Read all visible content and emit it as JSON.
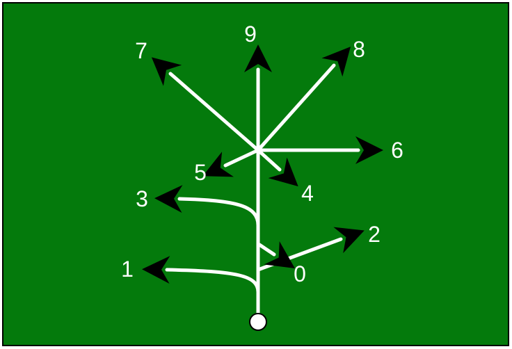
{
  "diagram": {
    "kind": "route-tree",
    "colors": {
      "field": "#047A0C",
      "border": "#000000",
      "route": "#FFFFFF",
      "arrowhead": "#000000",
      "player": "#FFFFFF"
    },
    "routes": [
      {
        "label": "0",
        "name": "route-0"
      },
      {
        "label": "1",
        "name": "route-1"
      },
      {
        "label": "2",
        "name": "route-2"
      },
      {
        "label": "3",
        "name": "route-3"
      },
      {
        "label": "4",
        "name": "route-4"
      },
      {
        "label": "5",
        "name": "route-5"
      },
      {
        "label": "6",
        "name": "route-6"
      },
      {
        "label": "7",
        "name": "route-7"
      },
      {
        "label": "8",
        "name": "route-8"
      },
      {
        "label": "9",
        "name": "route-9"
      }
    ]
  }
}
